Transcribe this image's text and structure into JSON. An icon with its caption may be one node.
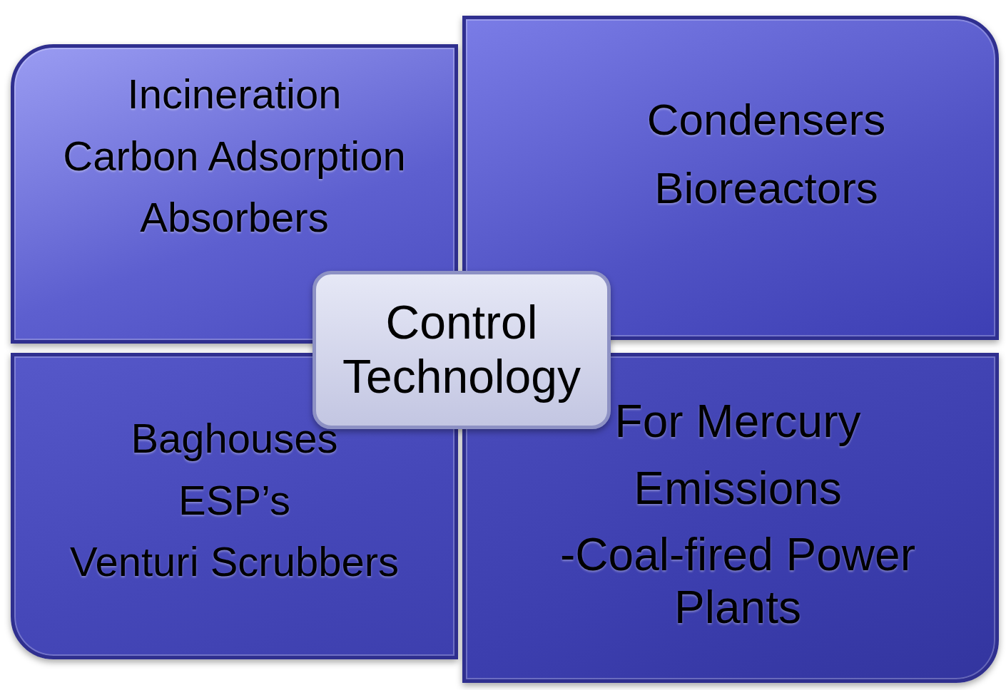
{
  "diagram": {
    "nodes": [
      {
        "text": [
          "Incineration",
          "Carbon Adsorption",
          "Absorbers"
        ]
      },
      {
        "text": [
          "Condensers",
          "Bioreactors"
        ]
      },
      {
        "text": [
          "Baghouses",
          "ESP’s",
          "Venturi Scrubbers"
        ]
      },
      {
        "text": [
          "For Mercury",
          "Emissions",
          "-Coal-fired Power Plants"
        ]
      },
      {
        "text": [
          "Control Technology"
        ]
      }
    ]
  }
}
